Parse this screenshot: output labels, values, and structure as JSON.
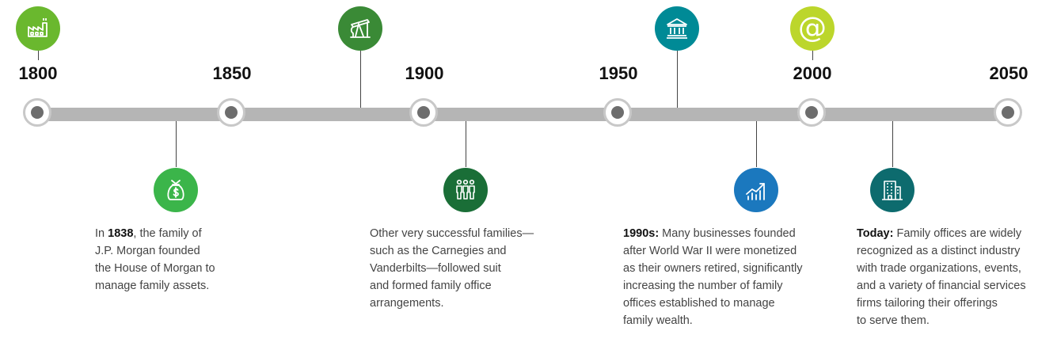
{
  "years": [
    "1800",
    "1850",
    "1900",
    "1950",
    "2000",
    "2050"
  ],
  "icons": {
    "factory": {
      "name": "factory-icon",
      "color": "#6ab82e"
    },
    "oil_pump": {
      "name": "oil-pump-icon",
      "color": "#3a8a36"
    },
    "bank": {
      "name": "bank-icon",
      "color": "#008a96"
    },
    "at_sign": {
      "name": "at-sign-icon",
      "color": "#bcd62b",
      "glyph": "@"
    },
    "money_bag": {
      "name": "money-bag-icon",
      "color": "#3bb54a",
      "glyph": "$"
    },
    "people": {
      "name": "people-icon",
      "color": "#1a6e37"
    },
    "growth_chart": {
      "name": "growth-chart-icon",
      "color": "#1b78be"
    },
    "building": {
      "name": "office-building-icon",
      "color": "#0d6b6e"
    }
  },
  "events": {
    "jp_morgan": {
      "line1_pre": "In ",
      "line1_bold": "1838",
      "line1_post": ", the family of",
      "line2": "J.P. Morgan founded",
      "line3": "the House of Morgan to",
      "line4": "manage family assets."
    },
    "carnegies": {
      "line1": "Other very successful families—",
      "line2": "such as the Carnegies and",
      "line3": "Vanderbilts—followed suit",
      "line4": "and formed family office",
      "line5": "arrangements."
    },
    "nineties": {
      "line1_bold": "1990s:",
      "line1_post": " Many businesses founded",
      "line2": "after World War II were monetized",
      "line3": "as their owners retired, significantly",
      "line4": "increasing the number of family",
      "line5": "offices established to manage",
      "line6": "family wealth."
    },
    "today": {
      "line1_bold": "Today:",
      "line1_post": " Family offices are widely",
      "line2": "recognized as a distinct industry",
      "line3": "with trade organizations, events,",
      "line4": "and a variety of financial services",
      "line5": "firms tailoring their offerings",
      "line6": "to serve them."
    }
  }
}
